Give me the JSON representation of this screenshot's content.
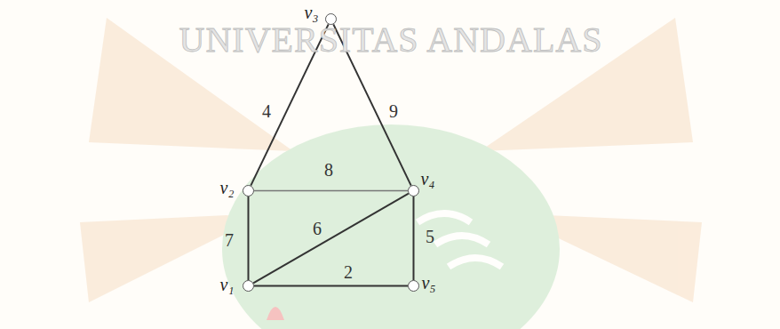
{
  "diagram": {
    "nodes": [
      {
        "text": [
          "v₃"
        ]
      },
      {
        "text": [
          "v₂"
        ]
      },
      {
        "text": [
          "v₄"
        ]
      },
      {
        "text": [
          "v₁"
        ]
      },
      {
        "text": [
          "v₅"
        ]
      }
    ],
    "edges": [
      {
        "from": 1,
        "to": 0,
        "arrow": "none",
        "label": "4"
      },
      {
        "from": 0,
        "to": 2,
        "arrow": "none",
        "label": "9"
      },
      {
        "from": 1,
        "to": 2,
        "arrow": "none",
        "label": "8"
      },
      {
        "from": 1,
        "to": 3,
        "arrow": "none",
        "label": "7"
      },
      {
        "from": 3,
        "to": 2,
        "arrow": "none",
        "label": "6"
      },
      {
        "from": 2,
        "to": 4,
        "arrow": "none",
        "label": "5"
      },
      {
        "from": 3,
        "to": 4,
        "arrow": "none",
        "label": "2"
      }
    ],
    "labels": [
      "UNIVERSITAS ANDALAS"
    ]
  }
}
